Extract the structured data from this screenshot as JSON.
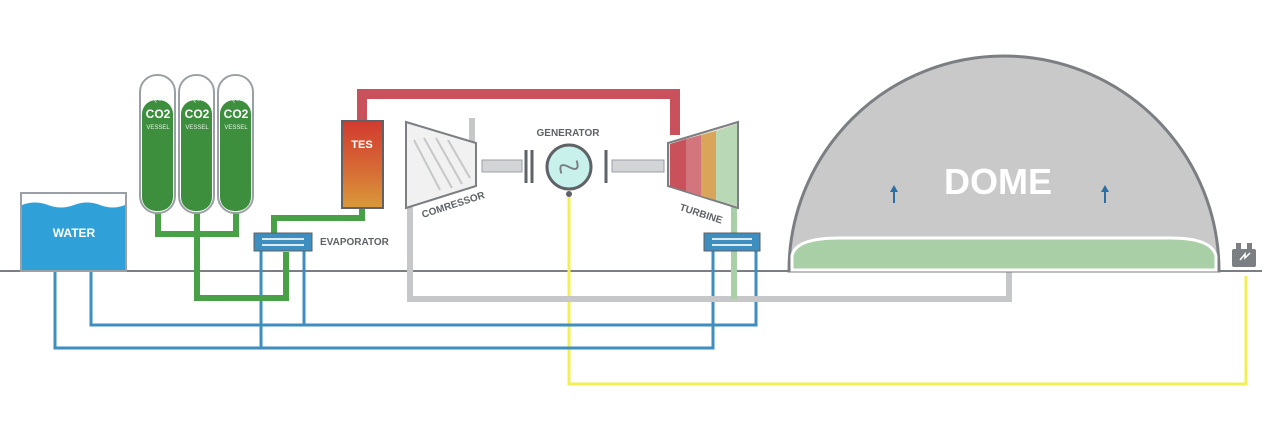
{
  "labels": {
    "water": "WATER",
    "co2_vessels": [
      {
        "small": "LIQUID",
        "main": "CO2",
        "sub": "VESSEL"
      },
      {
        "small": "LIQUID",
        "main": "CO2",
        "sub": "VESSEL"
      },
      {
        "small": "LIQUID",
        "main": "CO2",
        "sub": "VESSEL"
      }
    ],
    "evaporator": "EVAPORATOR",
    "tes": "TES",
    "compressor": "COMRESSOR",
    "generator": "GENERATOR",
    "turbine": "TURBINE",
    "dome": "DOME"
  },
  "colors": {
    "water": "#2fa0d8",
    "water_pipe": "#3e8fbf",
    "co2_vessel": "#3d8f3e",
    "co2_pipe": "#48a047",
    "hot_pipe": "#c9515b",
    "tes_top": "#d23a2f",
    "tes_bottom": "#d99a3a",
    "gas_pipe": "#c5c7c9",
    "dome": "#c9c9ca",
    "dome_gas": "#a9cfa7",
    "power_line": "#f2ef55",
    "ground": "#7b7e82",
    "generator": "#c8f1ec"
  },
  "icons": [
    "up-arrow-icon",
    "up-arrow-icon",
    "power-grid-icon",
    "ac-sine-icon"
  ]
}
